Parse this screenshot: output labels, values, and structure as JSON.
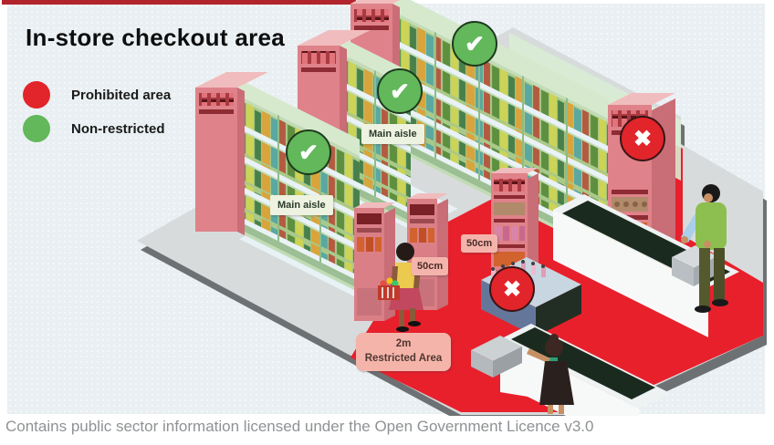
{
  "title": "In-store checkout area",
  "legend": [
    {
      "label": "Prohibited area",
      "color": "#e2242b"
    },
    {
      "label": "Non-restricted",
      "color": "#62b85a"
    }
  ],
  "icons": {
    "check": "✔",
    "cross": "✖"
  },
  "scene": {
    "aisle_labels": [
      "Main aisle",
      "Main aisle"
    ],
    "gap_labels": [
      "50cm",
      "50cm"
    ],
    "restricted_area_label": {
      "line1": "2m",
      "line2": "Restricted Area"
    },
    "markers": {
      "non_restricted_count": 3,
      "prohibited_count": 2
    },
    "colors": {
      "restricted_floor": "#e8202c",
      "floor": "#d8dbdc",
      "shelving_end_cap": "#df8289",
      "shelf_products_base": "#a9c98a",
      "counter": "#f2f5f5",
      "conveyor_belt": "#1b2a1e",
      "panel_background": "#e9eff2"
    }
  },
  "footer": {
    "license": "Contains public sector information licensed under the Open Government Licence v3.0"
  }
}
